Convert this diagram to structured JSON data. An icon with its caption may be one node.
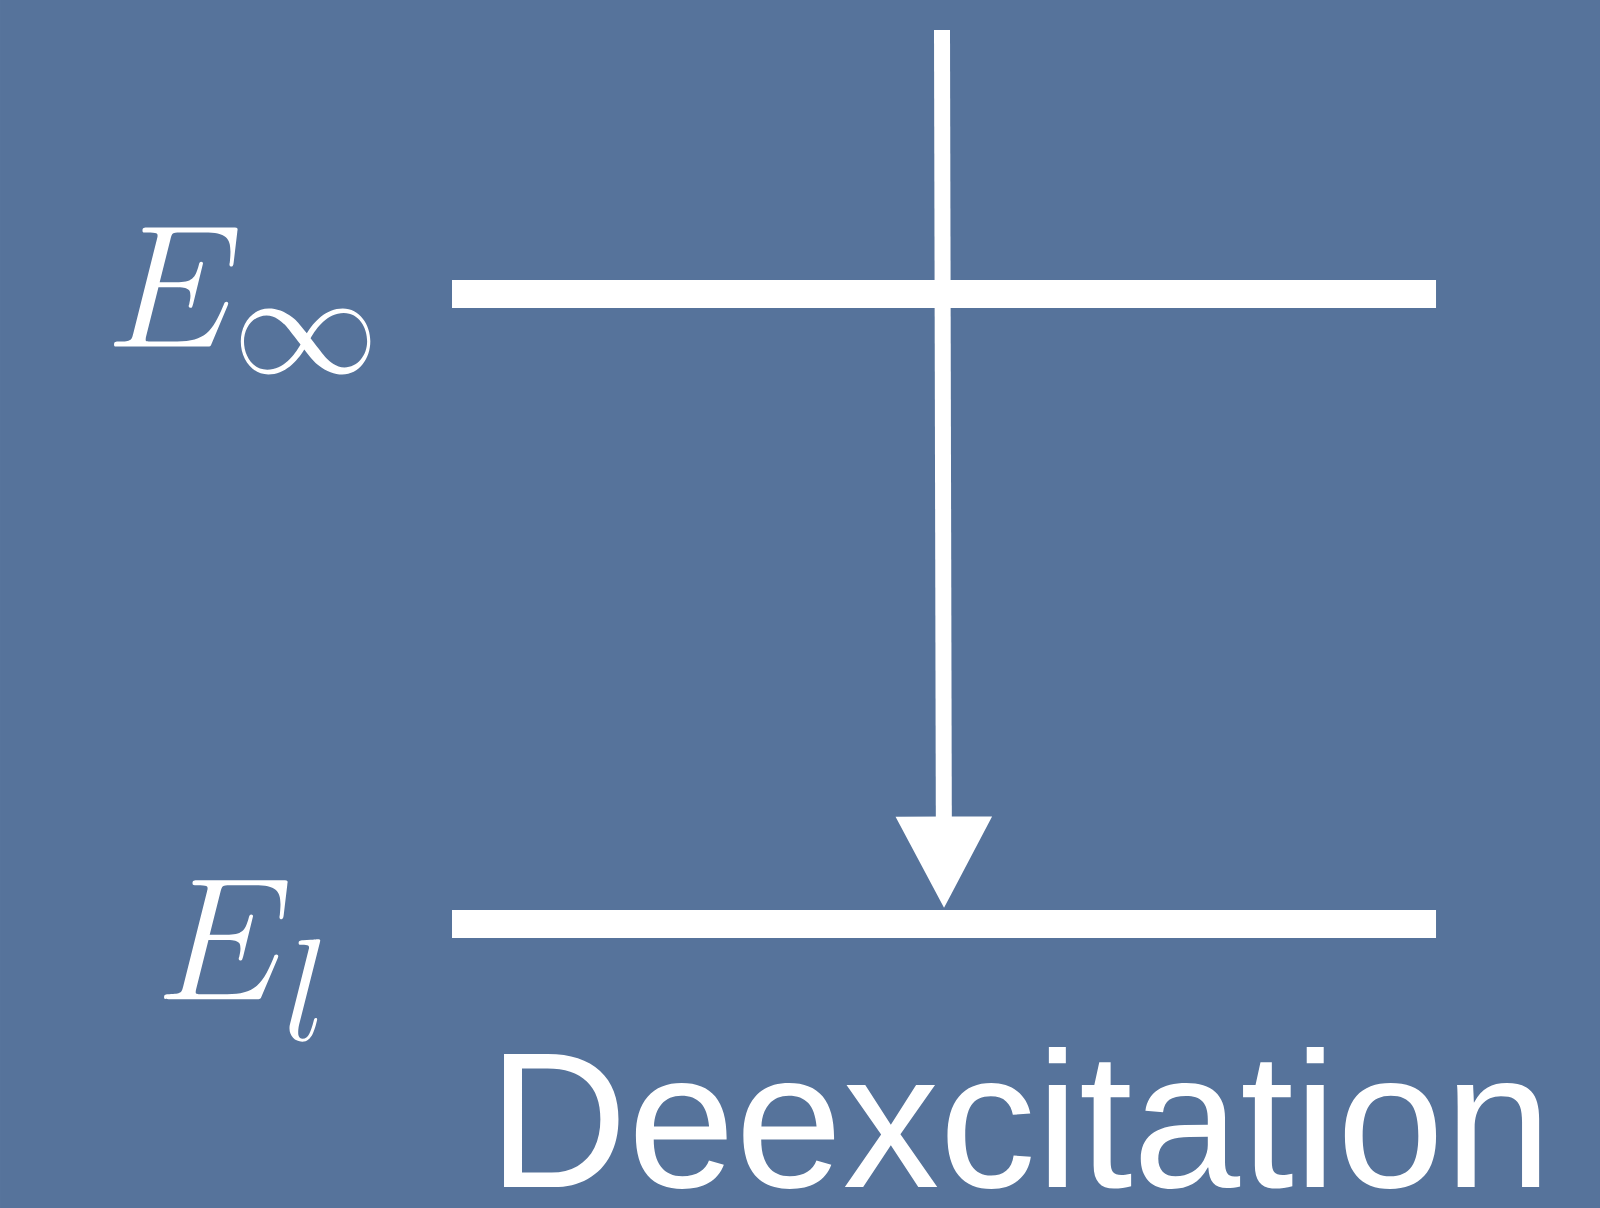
{
  "diagram": {
    "nodes": [
      {
        "text": [
          "E_\\infty"
        ]
      },
      {
        "text": [
          "E_l"
        ]
      }
    ],
    "edges": [
      {
        "from": null,
        "to": 1,
        "arrow": "to"
      }
    ],
    "labels": [
      "Deexcitation"
    ]
  }
}
